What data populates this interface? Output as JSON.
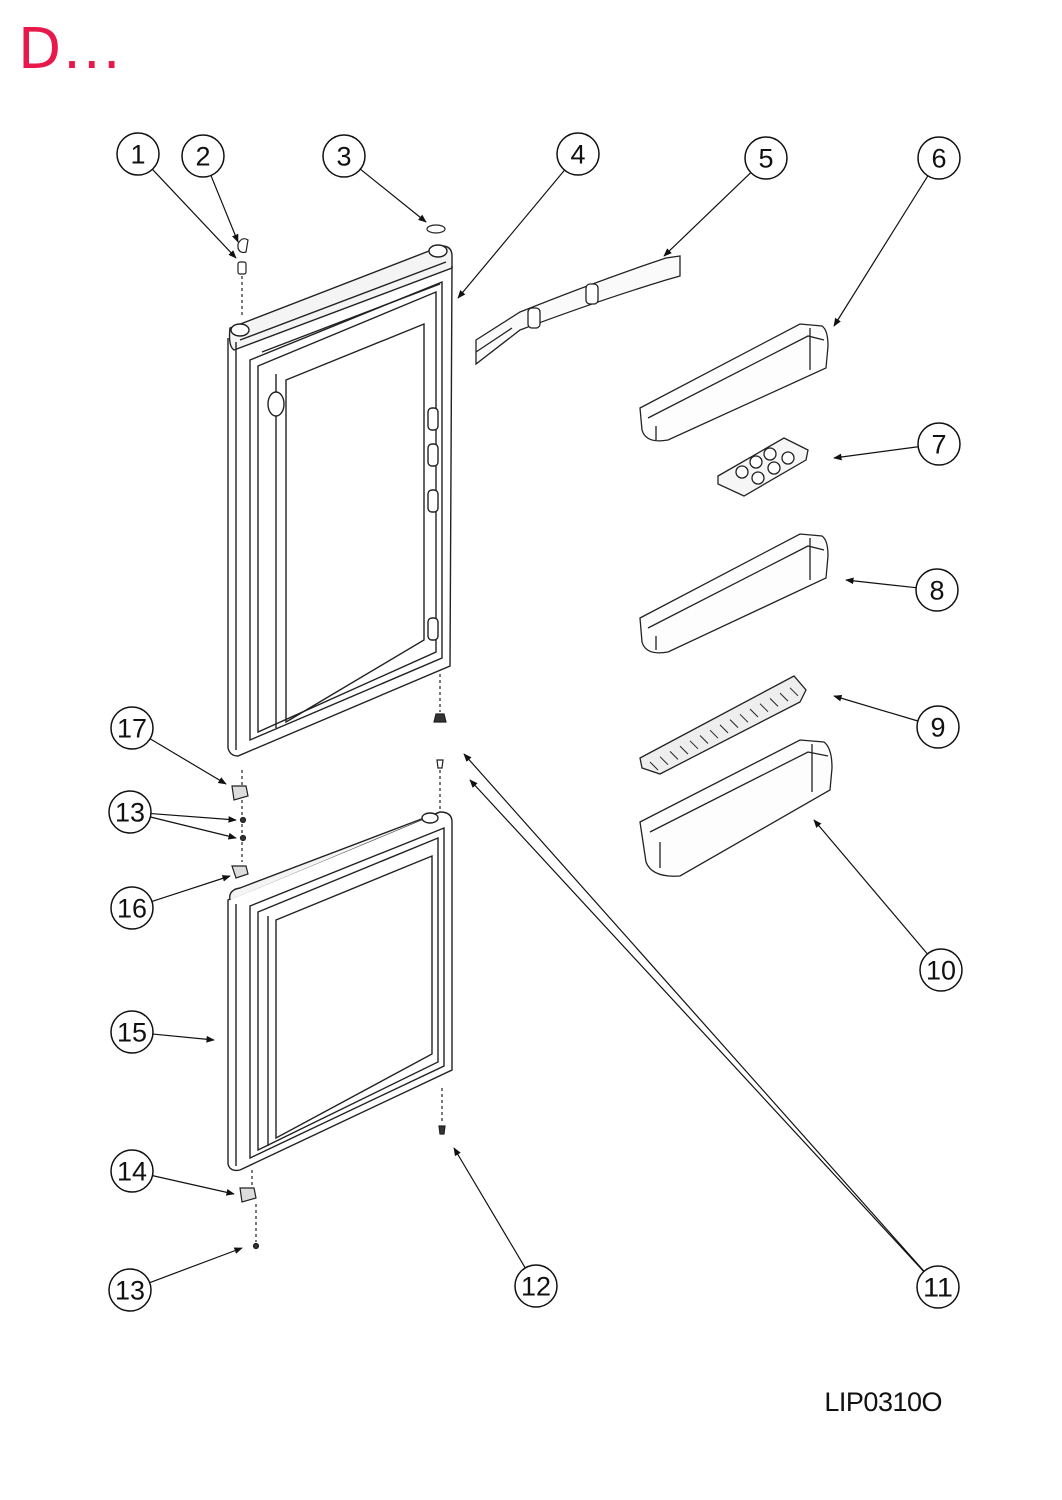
{
  "header": {
    "title": "D...",
    "title_color": "#e8194a"
  },
  "diagram": {
    "callouts": [
      {
        "id": "1",
        "label": "1"
      },
      {
        "id": "2",
        "label": "2"
      },
      {
        "id": "3",
        "label": "3"
      },
      {
        "id": "4",
        "label": "4"
      },
      {
        "id": "5",
        "label": "5"
      },
      {
        "id": "6",
        "label": "6"
      },
      {
        "id": "7",
        "label": "7"
      },
      {
        "id": "8",
        "label": "8"
      },
      {
        "id": "9",
        "label": "9"
      },
      {
        "id": "10",
        "label": "10"
      },
      {
        "id": "11",
        "label": "11"
      },
      {
        "id": "12",
        "label": "12"
      },
      {
        "id": "13a",
        "label": "13"
      },
      {
        "id": "13b",
        "label": "13"
      },
      {
        "id": "14",
        "label": "14"
      },
      {
        "id": "15",
        "label": "15"
      },
      {
        "id": "16",
        "label": "16"
      },
      {
        "id": "17",
        "label": "17"
      }
    ]
  },
  "footer": {
    "reference_code": "LIP0310O"
  }
}
